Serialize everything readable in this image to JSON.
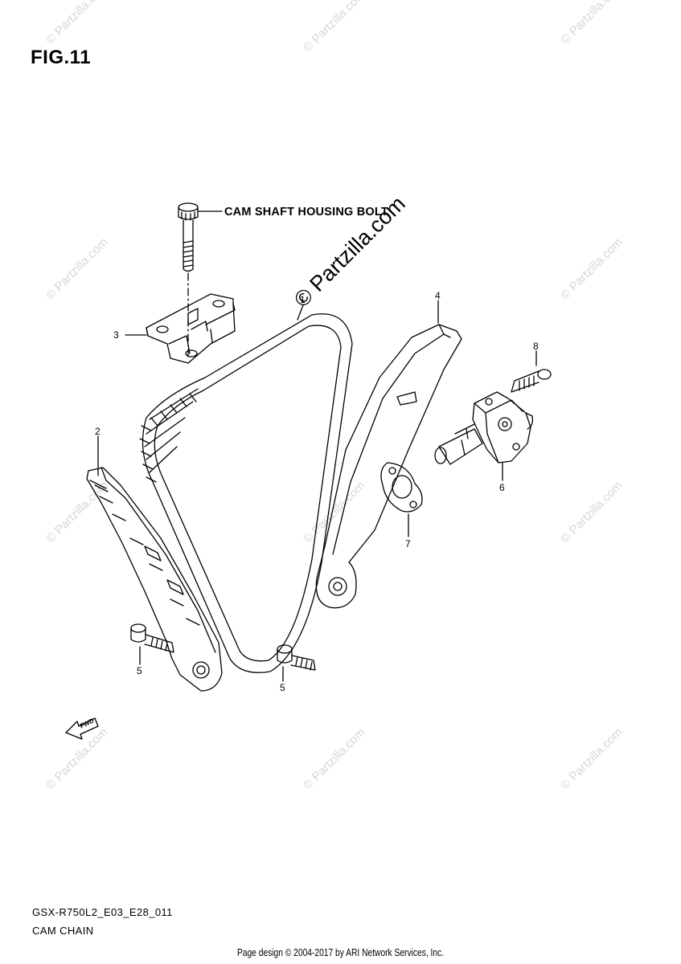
{
  "figure": {
    "title": "FIG.11",
    "housing_bolt_label": "CAM SHAFT HOUSING BOLT"
  },
  "callouts": [
    "1",
    "2",
    "3",
    "4",
    "5",
    "5",
    "6",
    "7",
    "8"
  ],
  "fwd_label": "FWD",
  "footer": {
    "model_code": "GSX-R750L2_E03_E28_011",
    "diagram_name": "CAM CHAIN",
    "credit": "Page design © 2004-2017 by ARI Network Services, Inc."
  },
  "watermark": {
    "text": "© Partzilla.com",
    "prominent_text": "© Partzilla.com"
  },
  "colors": {
    "line": "#000000",
    "watermark": "#d6d6d6",
    "background": "#ffffff"
  }
}
